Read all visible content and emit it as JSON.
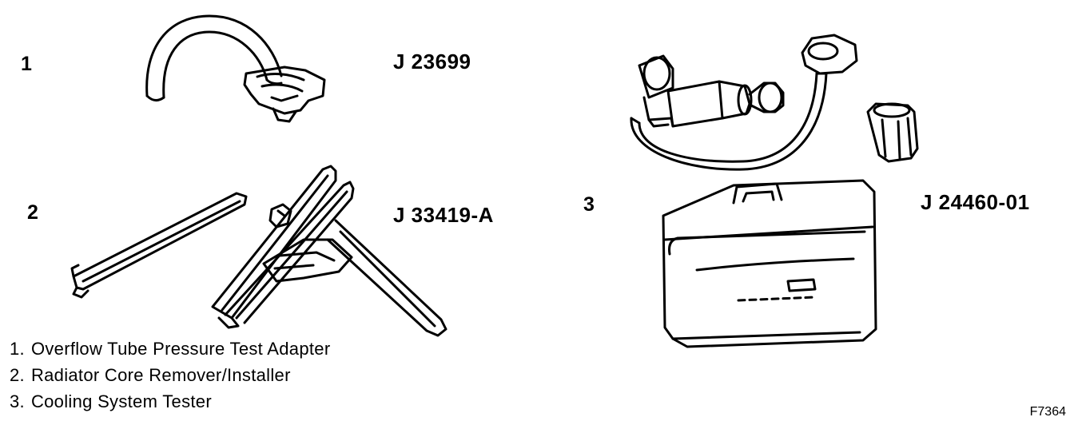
{
  "figure": {
    "id": "F7364"
  },
  "items": [
    {
      "number": "1",
      "part_number": "J 23699",
      "description": "Overflow Tube Pressure Test Adapter",
      "icon": "overflow-tube-adapter-icon"
    },
    {
      "number": "2",
      "part_number": "J 33419-A",
      "description": "Radiator Core Remover/Installer",
      "icon": "radiator-core-tool-icon"
    },
    {
      "number": "3",
      "part_number": "J 24460-01",
      "description": "Cooling System Tester",
      "icon": "cooling-system-tester-icon"
    }
  ],
  "legend": [
    {
      "number": "1.",
      "text": "Overflow Tube Pressure Test Adapter"
    },
    {
      "number": "2.",
      "text": "Radiator Core Remover/Installer"
    },
    {
      "number": "3.",
      "text": "Cooling System Tester"
    }
  ]
}
